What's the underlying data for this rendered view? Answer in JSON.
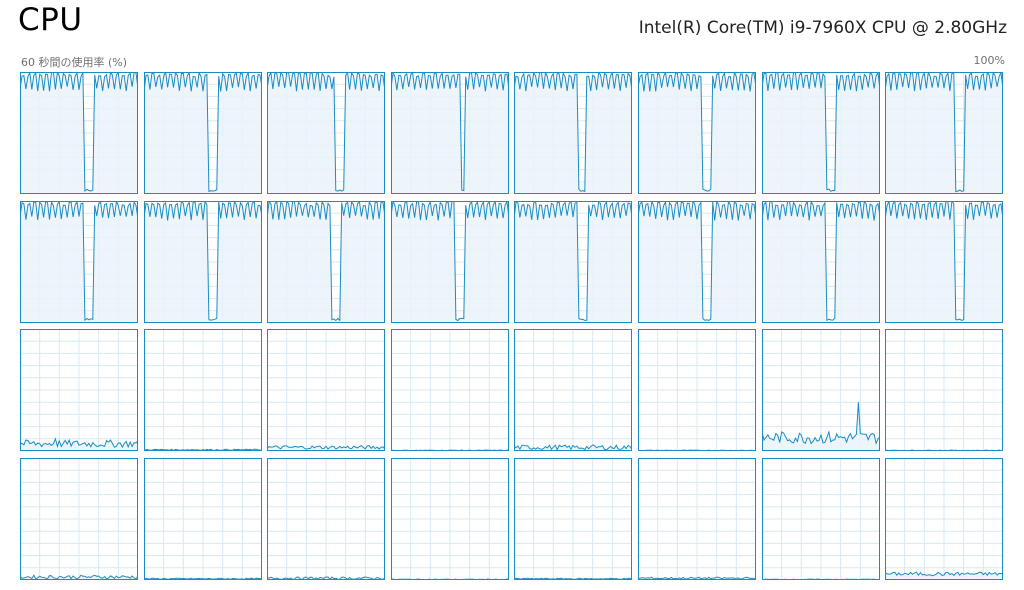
{
  "header": {
    "title": "CPU",
    "processor": "Intel(R) Core(TM) i9-7960X CPU @ 2.80GHz"
  },
  "graph_labels": {
    "left": "60 秒間の使用率 (%)",
    "right": "100%"
  },
  "colors": {
    "line": "#1a8cc4",
    "fill": "#eaf3fa",
    "grid": "#d6e8f3",
    "border": "#1a8cc4",
    "title": "#000000",
    "label": "#707070"
  },
  "layout_hint": {
    "rows": 4,
    "cols": 8
  },
  "chart_data": {
    "type": "line",
    "y_range": [
      0,
      100
    ],
    "x_window_seconds": 60,
    "unit": "%",
    "cores": [
      {
        "pattern": "busy",
        "drop_start": 0.55,
        "drop_end": 0.63
      },
      {
        "pattern": "busy",
        "drop_start": 0.55,
        "drop_end": 0.63
      },
      {
        "pattern": "busy",
        "drop_start": 0.57,
        "drop_end": 0.65
      },
      {
        "pattern": "busy",
        "drop_start": 0.6,
        "drop_end": 0.63
      },
      {
        "pattern": "busy",
        "drop_start": 0.55,
        "drop_end": 0.6
      },
      {
        "pattern": "busy",
        "drop_start": 0.55,
        "drop_end": 0.62
      },
      {
        "pattern": "busy",
        "drop_start": 0.55,
        "drop_end": 0.63
      },
      {
        "pattern": "busy",
        "drop_start": 0.6,
        "drop_end": 0.67
      },
      {
        "pattern": "busy",
        "drop_start": 0.55,
        "drop_end": 0.63
      },
      {
        "pattern": "busy",
        "drop_start": 0.55,
        "drop_end": 0.63
      },
      {
        "pattern": "busy",
        "drop_start": 0.55,
        "drop_end": 0.63
      },
      {
        "pattern": "busy",
        "drop_start": 0.55,
        "drop_end": 0.63
      },
      {
        "pattern": "busy",
        "drop_start": 0.55,
        "drop_end": 0.63
      },
      {
        "pattern": "busy",
        "drop_start": 0.55,
        "drop_end": 0.63
      },
      {
        "pattern": "busy",
        "drop_start": 0.55,
        "drop_end": 0.63
      },
      {
        "pattern": "busy",
        "drop_start": 0.6,
        "drop_end": 0.67
      },
      {
        "pattern": "low",
        "base": 6,
        "noise": 3,
        "spike_at": 0.3,
        "spike": 10
      },
      {
        "pattern": "low",
        "base": 1,
        "noise": 0.5
      },
      {
        "pattern": "low",
        "base": 3,
        "noise": 1.5
      },
      {
        "pattern": "low",
        "base": 0.5,
        "noise": 0.3
      },
      {
        "pattern": "low",
        "base": 3,
        "noise": 2
      },
      {
        "pattern": "low",
        "base": 0.5,
        "noise": 0.3
      },
      {
        "pattern": "low",
        "base": 11,
        "noise": 5,
        "spike_at": 0.82,
        "spike": 40
      },
      {
        "pattern": "low",
        "base": 0.5,
        "noise": 0.3
      },
      {
        "pattern": "low",
        "base": 2.5,
        "noise": 1.5
      },
      {
        "pattern": "low",
        "base": 1,
        "noise": 0.5
      },
      {
        "pattern": "low",
        "base": 1.5,
        "noise": 1
      },
      {
        "pattern": "low",
        "base": 0.5,
        "noise": 0.3
      },
      {
        "pattern": "low",
        "base": 1,
        "noise": 0.5
      },
      {
        "pattern": "low",
        "base": 1.5,
        "noise": 0.8
      },
      {
        "pattern": "low",
        "base": 0.5,
        "noise": 0.3
      },
      {
        "pattern": "low",
        "base": 5,
        "noise": 1.5
      }
    ]
  }
}
